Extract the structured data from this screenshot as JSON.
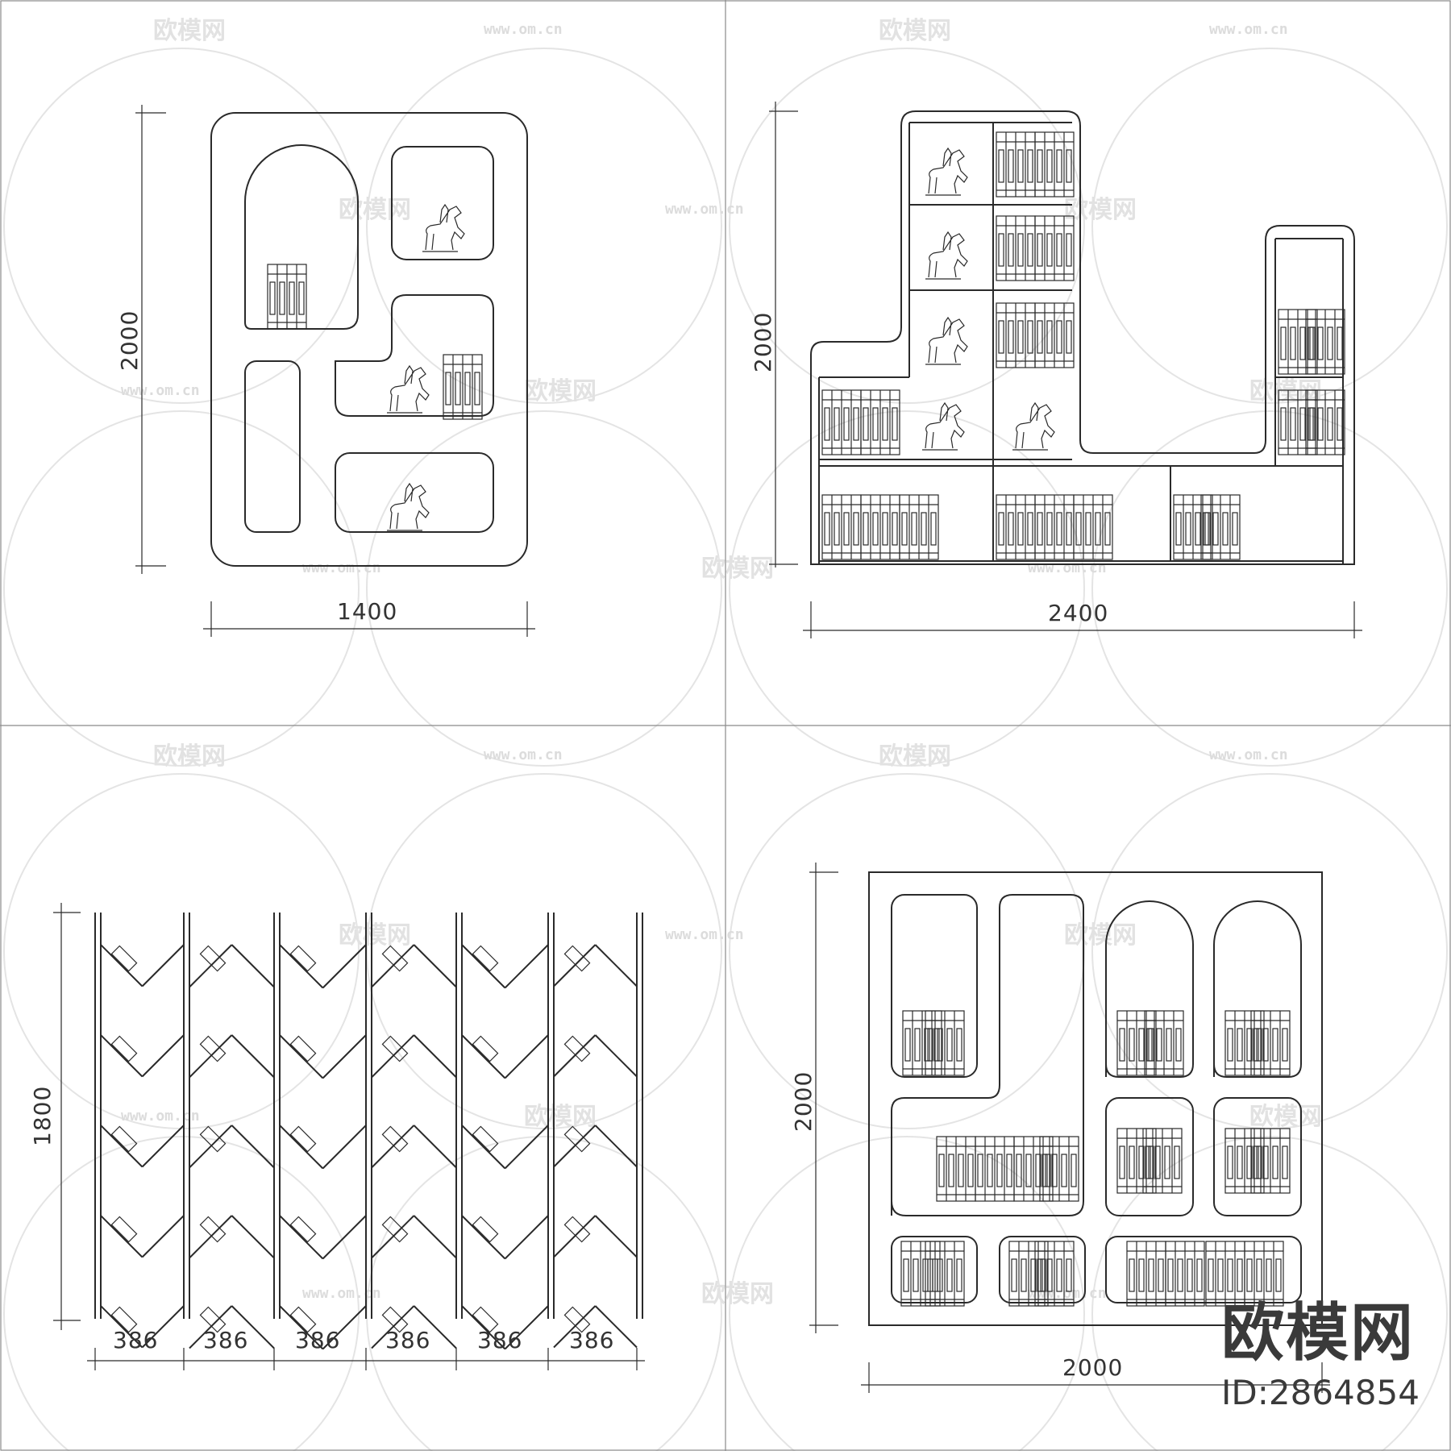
{
  "panels": [
    {
      "id": "panel-1",
      "dim_height": "2000",
      "dim_width": "1400"
    },
    {
      "id": "panel-2",
      "dim_height": "2000",
      "dim_width": "2400"
    },
    {
      "id": "panel-3",
      "dim_height": "1800",
      "dim_widths": [
        "386",
        "386",
        "386",
        "386",
        "386",
        "386"
      ]
    },
    {
      "id": "panel-4",
      "dim_height": "2000",
      "dim_width": "2000"
    }
  ],
  "watermark": {
    "text": "欧模网",
    "url": "www.om.cn"
  },
  "brand": {
    "name": "欧模网",
    "id": "ID:2864854"
  }
}
